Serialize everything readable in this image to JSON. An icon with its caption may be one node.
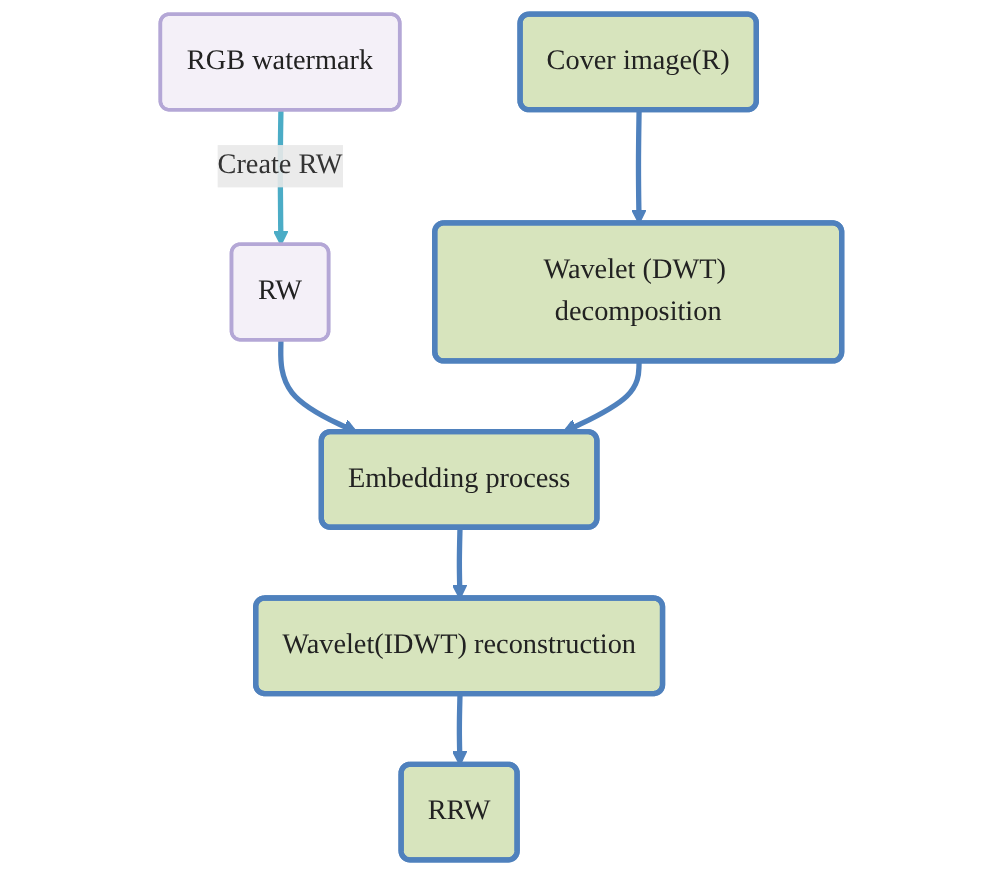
{
  "diagram": {
    "nodes": [
      {
        "text": [
          "RGB watermark"
        ]
      },
      {
        "text": [
          "RW"
        ]
      },
      {
        "text": [
          "Cover image(R)"
        ]
      },
      {
        "text": [
          "Wavelet (DWT) decomposition"
        ]
      },
      {
        "text": [
          "Embedding process"
        ]
      },
      {
        "text": [
          "Wavelet(IDWT) reconstruction"
        ]
      },
      {
        "text": [
          "RRW"
        ]
      }
    ],
    "edges": [
      {
        "from": 0,
        "to": 1,
        "arrow": "to",
        "label": "Create RW",
        "color": "#4bacc6"
      },
      {
        "from": 1,
        "to": 4,
        "arrow": "to"
      },
      {
        "from": 2,
        "to": 3,
        "arrow": "to"
      },
      {
        "from": 3,
        "to": 4,
        "arrow": "to"
      },
      {
        "from": 4,
        "to": 5,
        "arrow": "to"
      },
      {
        "from": 5,
        "to": 6,
        "arrow": "to"
      }
    ]
  }
}
